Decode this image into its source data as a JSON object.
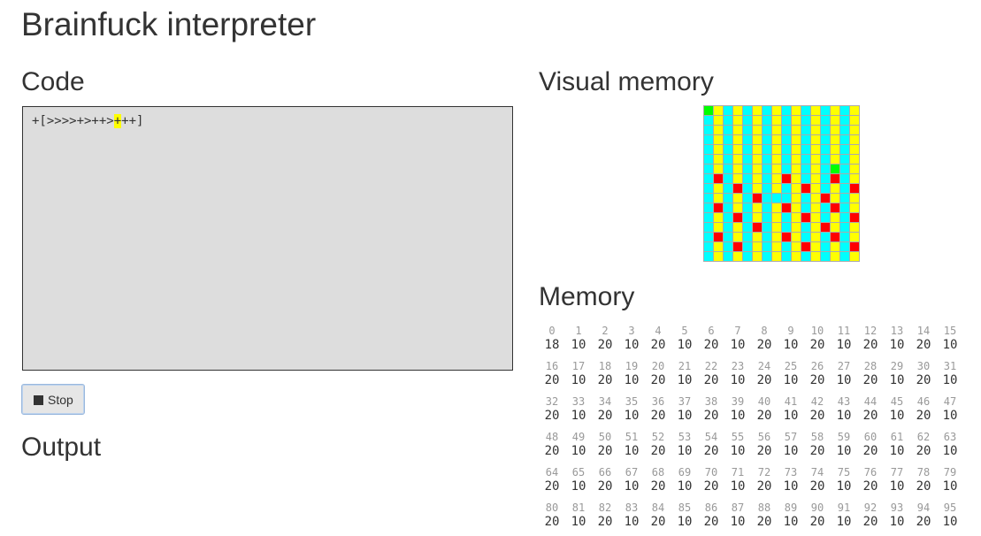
{
  "app": {
    "title": "Brainfuck interpreter"
  },
  "code": {
    "heading": "Code",
    "before": "+[>>>>+>++>",
    "current": "+",
    "after": "++]"
  },
  "controls": {
    "stop_label": "Stop",
    "stop_icon": "stop-icon"
  },
  "output": {
    "heading": "Output",
    "text": ""
  },
  "visual_memory": {
    "heading": "Visual memory",
    "colors": {
      "zero": "#00ffff",
      "one": "#ffff00",
      "pointer": "#00ff00",
      "hot": "#ff0000"
    },
    "rows": [
      "gyyyyyyyyyyyyyyy",
      "yyyyyyyyyyyyyyyy",
      "yyyyyyyyyyyyyyyy",
      "yyyyyyyyyyyyyyyy",
      "yyyyyyyyyyyyyyyy",
      "yyyyyyyyyyyyyyyy",
      "yyyyyyyyyyyyygyy",
      "yryyyyyyryyyyryy",
      "yyyryyyyyyryyyyr",
      "yyyyyrycyyyyryyy",
      "yryyyyyyryyyyryy",
      "yyyryyyyyyryyyyr",
      "yyyyyryyyyyyryyy",
      "yryyyyyyryyyyryy",
      "yyyryyyyyyryyyyr",
      "yyyyyyyyyyyyyyyy"
    ]
  },
  "memory": {
    "heading": "Memory",
    "cells": [
      {
        "i": "0",
        "v": "18"
      },
      {
        "i": "1",
        "v": "10"
      },
      {
        "i": "2",
        "v": "20"
      },
      {
        "i": "3",
        "v": "10"
      },
      {
        "i": "4",
        "v": "20"
      },
      {
        "i": "5",
        "v": "10"
      },
      {
        "i": "6",
        "v": "20"
      },
      {
        "i": "7",
        "v": "10"
      },
      {
        "i": "8",
        "v": "20"
      },
      {
        "i": "9",
        "v": "10"
      },
      {
        "i": "10",
        "v": "20"
      },
      {
        "i": "11",
        "v": "10"
      },
      {
        "i": "12",
        "v": "20"
      },
      {
        "i": "13",
        "v": "10"
      },
      {
        "i": "14",
        "v": "20"
      },
      {
        "i": "15",
        "v": "10"
      },
      {
        "i": "16",
        "v": "20"
      },
      {
        "i": "17",
        "v": "10"
      },
      {
        "i": "18",
        "v": "20"
      },
      {
        "i": "19",
        "v": "10"
      },
      {
        "i": "20",
        "v": "20"
      },
      {
        "i": "21",
        "v": "10"
      },
      {
        "i": "22",
        "v": "20"
      },
      {
        "i": "23",
        "v": "10"
      },
      {
        "i": "24",
        "v": "20"
      },
      {
        "i": "25",
        "v": "10"
      },
      {
        "i": "26",
        "v": "20"
      },
      {
        "i": "27",
        "v": "10"
      },
      {
        "i": "28",
        "v": "20"
      },
      {
        "i": "29",
        "v": "10"
      },
      {
        "i": "30",
        "v": "20"
      },
      {
        "i": "31",
        "v": "10"
      },
      {
        "i": "32",
        "v": "20"
      },
      {
        "i": "33",
        "v": "10"
      },
      {
        "i": "34",
        "v": "20"
      },
      {
        "i": "35",
        "v": "10"
      },
      {
        "i": "36",
        "v": "20"
      },
      {
        "i": "37",
        "v": "10"
      },
      {
        "i": "38",
        "v": "20"
      },
      {
        "i": "39",
        "v": "10"
      },
      {
        "i": "40",
        "v": "20"
      },
      {
        "i": "41",
        "v": "10"
      },
      {
        "i": "42",
        "v": "20"
      },
      {
        "i": "43",
        "v": "10"
      },
      {
        "i": "44",
        "v": "20"
      },
      {
        "i": "45",
        "v": "10"
      },
      {
        "i": "46",
        "v": "20"
      },
      {
        "i": "47",
        "v": "10"
      },
      {
        "i": "48",
        "v": "20"
      },
      {
        "i": "49",
        "v": "10"
      },
      {
        "i": "50",
        "v": "20"
      },
      {
        "i": "51",
        "v": "10"
      },
      {
        "i": "52",
        "v": "20"
      },
      {
        "i": "53",
        "v": "10"
      },
      {
        "i": "54",
        "v": "20"
      },
      {
        "i": "55",
        "v": "10"
      },
      {
        "i": "56",
        "v": "20"
      },
      {
        "i": "57",
        "v": "10"
      },
      {
        "i": "58",
        "v": "20"
      },
      {
        "i": "59",
        "v": "10"
      },
      {
        "i": "60",
        "v": "20"
      },
      {
        "i": "61",
        "v": "10"
      },
      {
        "i": "62",
        "v": "20"
      },
      {
        "i": "63",
        "v": "10"
      },
      {
        "i": "64",
        "v": "20"
      },
      {
        "i": "65",
        "v": "10"
      },
      {
        "i": "66",
        "v": "20"
      },
      {
        "i": "67",
        "v": "10"
      },
      {
        "i": "68",
        "v": "20"
      },
      {
        "i": "69",
        "v": "10"
      },
      {
        "i": "70",
        "v": "20"
      },
      {
        "i": "71",
        "v": "10"
      },
      {
        "i": "72",
        "v": "20"
      },
      {
        "i": "73",
        "v": "10"
      },
      {
        "i": "74",
        "v": "20"
      },
      {
        "i": "75",
        "v": "10"
      },
      {
        "i": "76",
        "v": "20"
      },
      {
        "i": "77",
        "v": "10"
      },
      {
        "i": "78",
        "v": "20"
      },
      {
        "i": "79",
        "v": "10"
      },
      {
        "i": "80",
        "v": "20"
      },
      {
        "i": "81",
        "v": "10"
      },
      {
        "i": "82",
        "v": "20"
      },
      {
        "i": "83",
        "v": "10"
      },
      {
        "i": "84",
        "v": "20"
      },
      {
        "i": "85",
        "v": "10"
      },
      {
        "i": "86",
        "v": "20"
      },
      {
        "i": "87",
        "v": "10"
      },
      {
        "i": "88",
        "v": "20"
      },
      {
        "i": "89",
        "v": "10"
      },
      {
        "i": "90",
        "v": "20"
      },
      {
        "i": "91",
        "v": "10"
      },
      {
        "i": "92",
        "v": "20"
      },
      {
        "i": "93",
        "v": "10"
      },
      {
        "i": "94",
        "v": "20"
      },
      {
        "i": "95",
        "v": "10"
      }
    ]
  }
}
